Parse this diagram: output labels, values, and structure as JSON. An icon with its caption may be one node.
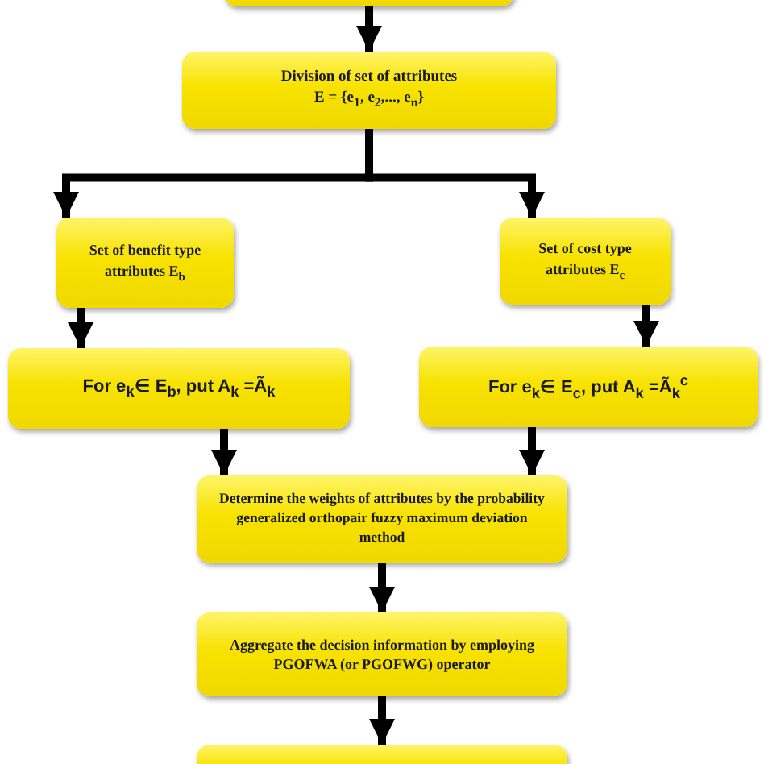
{
  "diagram": {
    "nodes": [
      {
        "text": [],
        "shape": "box"
      },
      {
        "text": [
          "Division of set of attributes",
          "E = {e$_{1}$, e$_{2}$,..., e$_{n}$}"
        ]
      },
      {
        "text": [
          "Set of benefit type attributes E$_{b}$"
        ]
      },
      {
        "text": [
          "Set of cost type attributes E$_{c}$"
        ]
      },
      {
        "text": [
          "For e$_{k}$∈ E$_{b}$, put A$_{k}$ =Ã$_{k}$"
        ]
      },
      {
        "text": [
          "For e$_{k}$∈ E$_{c}$, put A$_{k}$ =Ã$_{k}$$^{c}$"
        ]
      },
      {
        "text": [
          "Determine the weights of attributes by the probability generalized orthopair fuzzy maximum deviation method"
        ]
      },
      {
        "text": [
          "Aggregate the decision information by employing PGOFWA (or PGOFWG) operator"
        ]
      },
      {
        "text": [],
        "shape": "box"
      }
    ],
    "edges": [
      {
        "from": 0,
        "to": 1,
        "arrow": "to"
      },
      {
        "from": 1,
        "to": 2,
        "arrow": "to"
      },
      {
        "from": 1,
        "to": 3,
        "arrow": "to"
      },
      {
        "from": 2,
        "to": 4,
        "arrow": "to"
      },
      {
        "from": 3,
        "to": 5,
        "arrow": "to"
      },
      {
        "from": 4,
        "to": 6,
        "arrow": "to"
      },
      {
        "from": 5,
        "to": 6,
        "arrow": "to"
      },
      {
        "from": 6,
        "to": 7,
        "arrow": "to"
      },
      {
        "from": 7,
        "to": 8,
        "arrow": "to"
      }
    ]
  }
}
